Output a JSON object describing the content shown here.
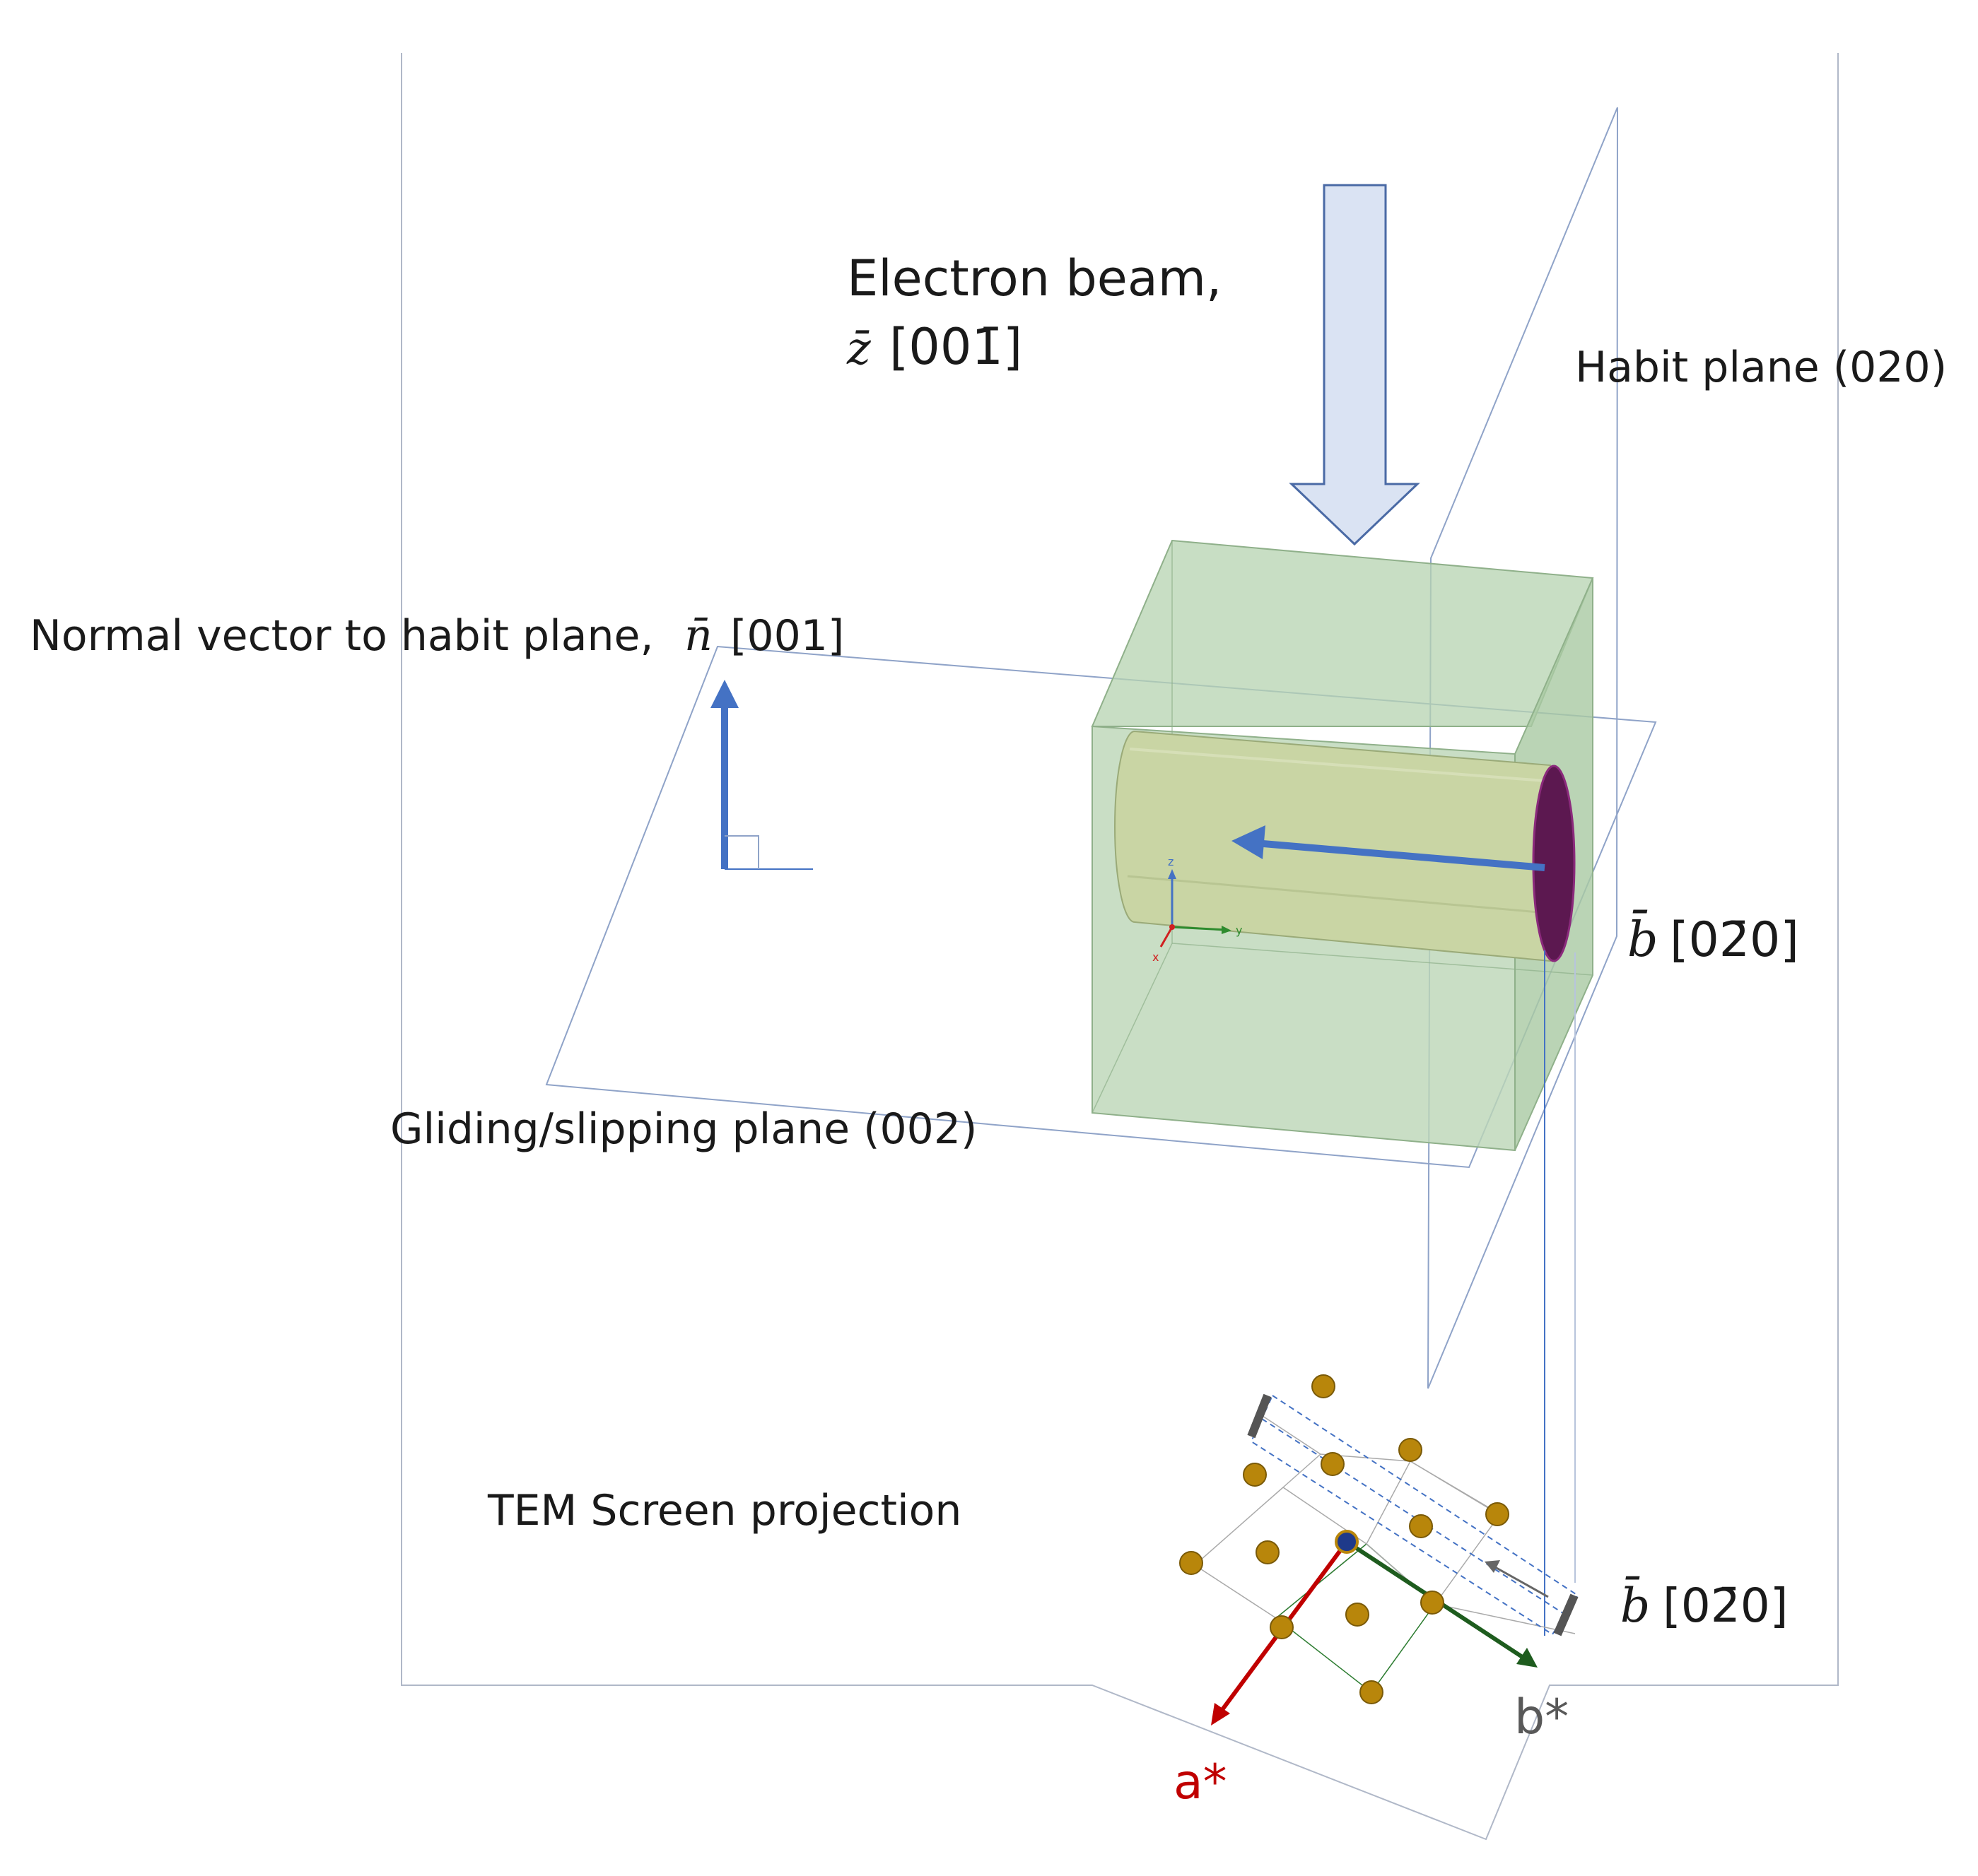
{
  "labels": {
    "electron_beam_line1": "Electron beam,",
    "electron_beam_var": "z̄",
    "electron_beam_index": "[001̄]",
    "habit_plane": "Habit plane (020)",
    "normal_vector_text": "Normal vector to habit plane, ",
    "normal_vector_var": "n̄",
    "normal_vector_index": "[001]",
    "burgers_var": "b̄",
    "burgers_index": "[02̄0]",
    "burgers_var_2": "b̄",
    "burgers_index_2": "[02̄0]",
    "gliding_plane": "Gliding/slipping plane (002)",
    "tem_screen": "TEM Screen projection",
    "a_star": "a*",
    "b_star": "b*",
    "axis_z": "z",
    "axis_y": "y",
    "axis_x": "x"
  },
  "colors": {
    "plane_outline": "#8fa3c8",
    "beam_fill": "#dae3f3",
    "beam_stroke": "#4a6aa5",
    "crystal_fill": "#b5d3b0",
    "cylinder_fill": "#c9d5a4",
    "cylinder_end": "#5c1850",
    "vector_blue": "#4472c4",
    "a_star": "#c00000",
    "b_star_arrow": "#1e5c1e",
    "b_star_label": "#595959",
    "atom": "#b8860b",
    "origin_atom": "#1f3a8a"
  },
  "icons": {
    "beam": "down-arrow-icon",
    "normal": "up-arrow-icon",
    "burgers": "left-arrow-icon"
  }
}
